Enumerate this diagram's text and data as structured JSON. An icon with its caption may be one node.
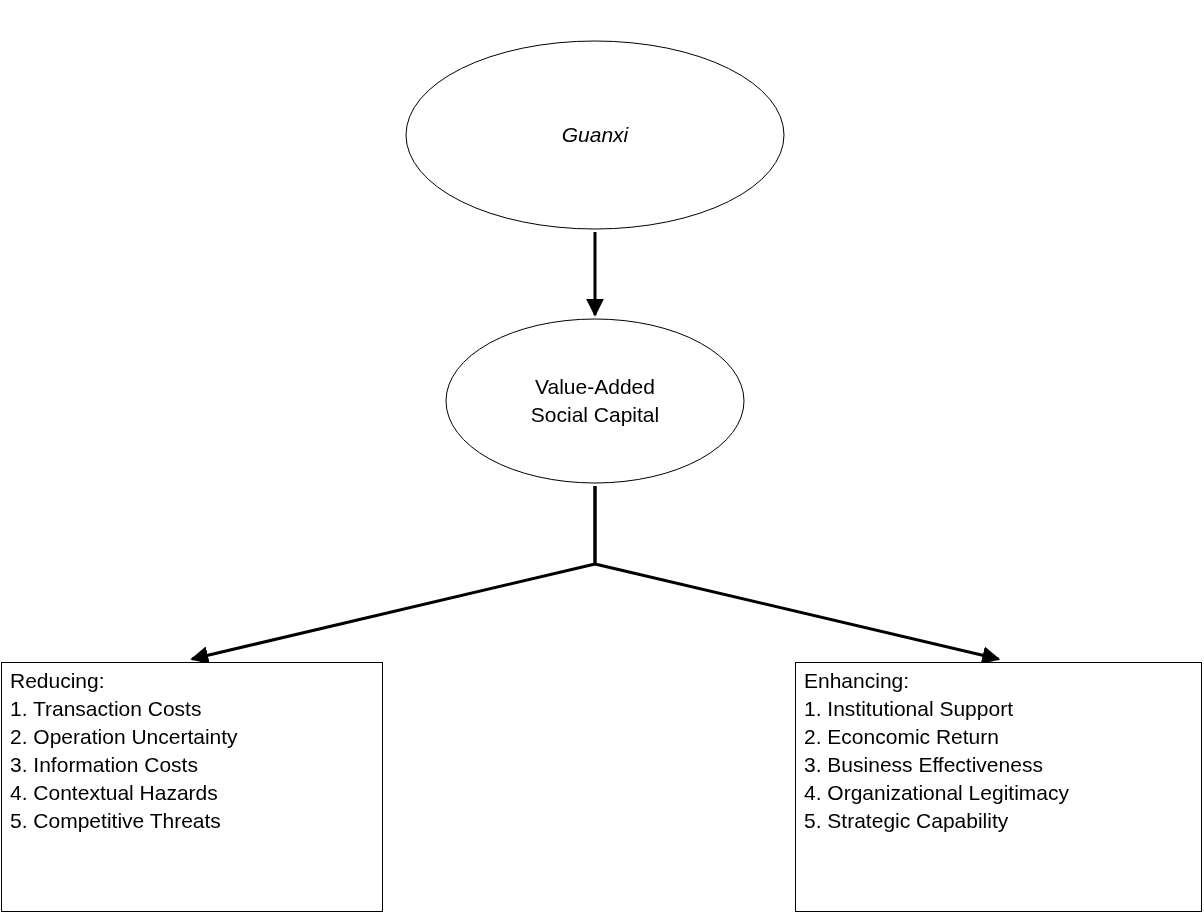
{
  "diagram": {
    "nodes": [
      {
        "text": [
          "Guanxi"
        ]
      },
      {
        "text": [
          "Value-Added Social Capital"
        ]
      },
      {
        "text": [
          "Reducing:",
          "1. Transaction Costs",
          "2. Operation Uncertainty",
          "3. Information Costs",
          "4. Contextual Hazards",
          "5. Competitive Threats"
        ]
      },
      {
        "text": [
          "Enhancing:",
          "1. Institutional Support",
          "2. Econcomic Return",
          "3. Business Effectiveness",
          "4. Organizational Legitimacy",
          "5. Strategic Capability"
        ]
      }
    ],
    "edges": [
      {
        "from": 0,
        "to": 1,
        "arrow": "to"
      },
      {
        "from": 1,
        "to": 2,
        "arrow": "to"
      },
      {
        "from": 1,
        "to": 3,
        "arrow": "to"
      }
    ]
  }
}
